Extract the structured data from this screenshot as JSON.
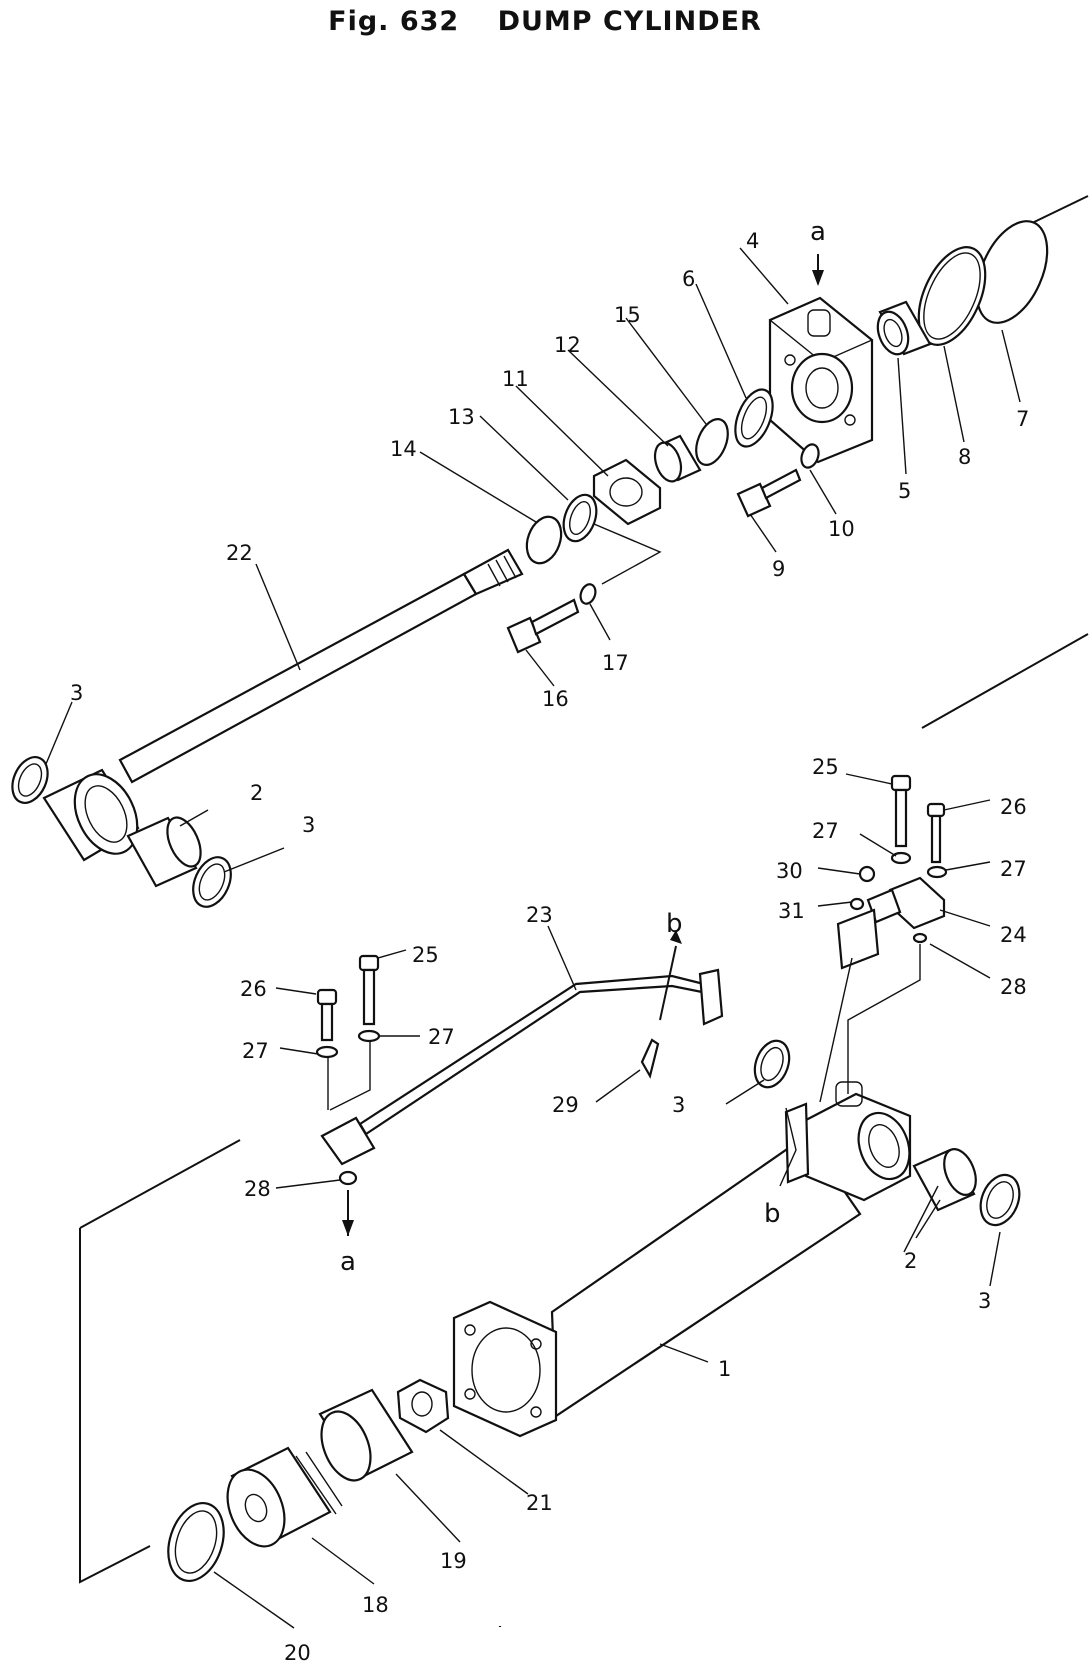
{
  "figure": {
    "number": "Fig. 632",
    "title": "DUMP CYLINDER"
  },
  "callouts": [
    {
      "id": "c1",
      "text": "1"
    },
    {
      "id": "c2a",
      "text": "2"
    },
    {
      "id": "c2b",
      "text": "2"
    },
    {
      "id": "c3a",
      "text": "3"
    },
    {
      "id": "c3b",
      "text": "3"
    },
    {
      "id": "c3c",
      "text": "3"
    },
    {
      "id": "c3d",
      "text": "3"
    },
    {
      "id": "c4",
      "text": "4"
    },
    {
      "id": "c5",
      "text": "5"
    },
    {
      "id": "c6",
      "text": "6"
    },
    {
      "id": "c7",
      "text": "7"
    },
    {
      "id": "c8",
      "text": "8"
    },
    {
      "id": "c9",
      "text": "9"
    },
    {
      "id": "c10",
      "text": "10"
    },
    {
      "id": "c11",
      "text": "11"
    },
    {
      "id": "c12",
      "text": "12"
    },
    {
      "id": "c13",
      "text": "13"
    },
    {
      "id": "c14",
      "text": "14"
    },
    {
      "id": "c15",
      "text": "15"
    },
    {
      "id": "c16",
      "text": "16"
    },
    {
      "id": "c17",
      "text": "17"
    },
    {
      "id": "c18",
      "text": "18"
    },
    {
      "id": "c19",
      "text": "19"
    },
    {
      "id": "c20",
      "text": "20"
    },
    {
      "id": "c21",
      "text": "21"
    },
    {
      "id": "c22",
      "text": "22"
    },
    {
      "id": "c23",
      "text": "23"
    },
    {
      "id": "c24",
      "text": "24"
    },
    {
      "id": "c25a",
      "text": "25"
    },
    {
      "id": "c25b",
      "text": "25"
    },
    {
      "id": "c26a",
      "text": "26"
    },
    {
      "id": "c26b",
      "text": "26"
    },
    {
      "id": "c27a",
      "text": "27"
    },
    {
      "id": "c27b",
      "text": "27"
    },
    {
      "id": "c27c",
      "text": "27"
    },
    {
      "id": "c27d",
      "text": "27"
    },
    {
      "id": "c28a",
      "text": "28"
    },
    {
      "id": "c28b",
      "text": "28"
    },
    {
      "id": "c29",
      "text": "29"
    },
    {
      "id": "c30",
      "text": "30"
    },
    {
      "id": "c31",
      "text": "31"
    }
  ],
  "references": [
    {
      "id": "ra1",
      "text": "a"
    },
    {
      "id": "ra2",
      "text": "a"
    },
    {
      "id": "rb1",
      "text": "b"
    },
    {
      "id": "rb2",
      "text": "b"
    }
  ]
}
